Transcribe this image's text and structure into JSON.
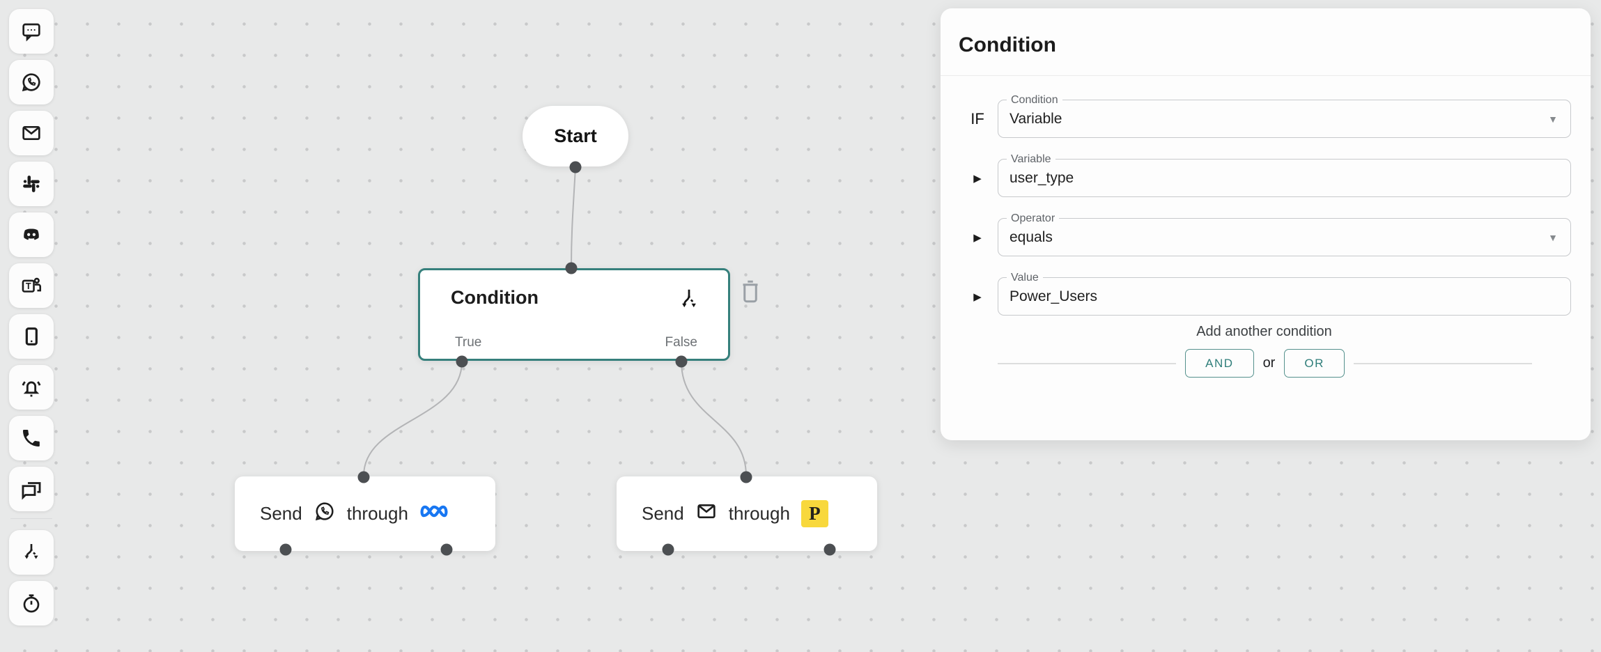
{
  "colors": {
    "teal_accent": "#2f7e7a",
    "condition_border": "#36807c",
    "meta_blue": "#1877f2",
    "postmark_yellow": "#f8d83c",
    "canvas_bg": "#e8e9e9"
  },
  "sidebar": {
    "items": [
      {
        "name": "sms-icon"
      },
      {
        "name": "whatsapp-icon"
      },
      {
        "name": "email-icon"
      },
      {
        "name": "slack-icon"
      },
      {
        "name": "discord-icon"
      },
      {
        "name": "teams-icon"
      },
      {
        "name": "mobile-push-icon"
      },
      {
        "name": "alarm-bell-icon"
      },
      {
        "name": "phone-call-icon"
      },
      {
        "name": "live-chat-icon"
      },
      {
        "name": "split-condition-icon"
      },
      {
        "name": "timer-delay-icon"
      }
    ]
  },
  "canvas": {
    "start_node": {
      "label": "Start"
    },
    "condition_node": {
      "title": "Condition",
      "true_label": "True",
      "false_label": "False"
    },
    "send_whatsapp_node": {
      "send_label": "Send",
      "through_label": "through",
      "channel_icon": "whatsapp-icon",
      "provider_icon": "meta-icon"
    },
    "send_email_node": {
      "send_label": "Send",
      "through_label": "through",
      "channel_icon": "email-icon",
      "provider_icon": "postmark-icon",
      "provider_letter": "P"
    }
  },
  "panel": {
    "title": "Condition",
    "if_label": "IF",
    "fields": [
      {
        "label": "Condition",
        "value": "Variable"
      },
      {
        "label": "Variable",
        "value": "user_type"
      },
      {
        "label": "Operator",
        "value": "equals"
      },
      {
        "label": "Value",
        "value": "Power_Users"
      }
    ],
    "add_condition": {
      "text": "Add another condition",
      "and_label": "AND",
      "or_word": "or",
      "or_label": "OR"
    }
  }
}
